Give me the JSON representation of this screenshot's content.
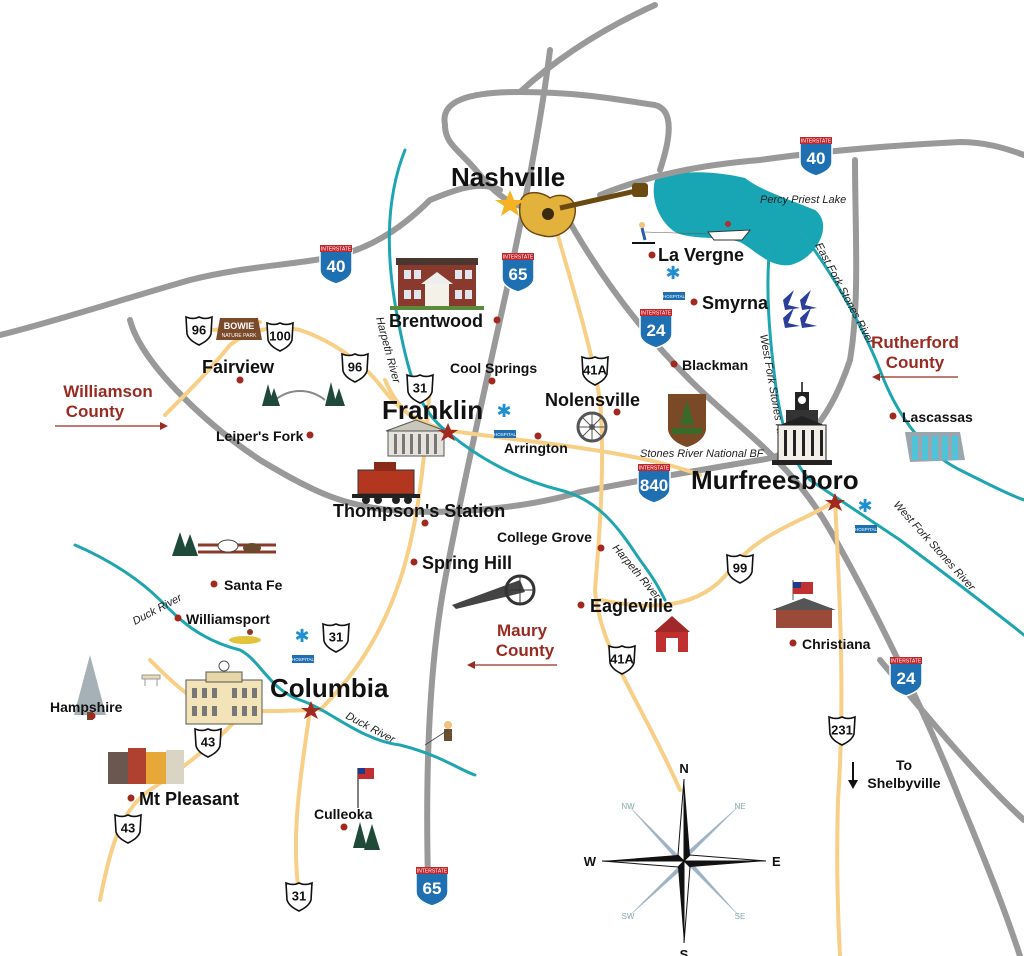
{
  "map": {
    "cities": [
      {
        "name": "Nashville",
        "size": "big"
      },
      {
        "name": "La Vergne",
        "size": "med"
      },
      {
        "name": "Smyrna",
        "size": "med"
      },
      {
        "name": "Blackman",
        "size": "sm"
      },
      {
        "name": "Brentwood",
        "size": "med"
      },
      {
        "name": "Cool Springs",
        "size": "sm"
      },
      {
        "name": "Nolensville",
        "size": "med"
      },
      {
        "name": "Fairview",
        "size": "med"
      },
      {
        "name": "Franklin",
        "size": "big"
      },
      {
        "name": "Arrington",
        "size": "sm"
      },
      {
        "name": "Leiper's Fork",
        "size": "sm"
      },
      {
        "name": "Murfreesboro",
        "size": "big"
      },
      {
        "name": "Lascassas",
        "size": "sm"
      },
      {
        "name": "Thompson's Station",
        "size": "med"
      },
      {
        "name": "College Grove",
        "size": "sm"
      },
      {
        "name": "Spring Hill",
        "size": "med"
      },
      {
        "name": "Santa Fe",
        "size": "sm"
      },
      {
        "name": "Williamsport",
        "size": "sm"
      },
      {
        "name": "Eagleville",
        "size": "med"
      },
      {
        "name": "Christiana",
        "size": "sm"
      },
      {
        "name": "Columbia",
        "size": "big"
      },
      {
        "name": "Hampshire",
        "size": "sm"
      },
      {
        "name": "Mt Pleasant",
        "size": "med"
      },
      {
        "name": "Culleoka",
        "size": "sm"
      }
    ],
    "counties": [
      {
        "name": "Williamson County",
        "lines": [
          "Williamson",
          "County"
        ]
      },
      {
        "name": "Rutherford County",
        "lines": [
          "Rutherford",
          "County"
        ]
      },
      {
        "name": "Maury County",
        "lines": [
          "Maury",
          "County"
        ]
      }
    ],
    "destination": {
      "lines": [
        "To",
        "Shelbyville"
      ]
    },
    "rivers": [
      "Harpeth River",
      "Harpeth River",
      "Duck River",
      "Duck River",
      "West Fork Stones River",
      "East Fork Stones River",
      "West Fork Stones River"
    ],
    "lake": "Percy Priest Lake",
    "landmarks": [
      "Stones River National BF",
      "BOWIE",
      "NATURE PARK"
    ],
    "interstates": [
      "40",
      "40",
      "65",
      "65",
      "24",
      "24",
      "840"
    ],
    "interstate_header": "INTERSTATE",
    "us_routes": [
      "96",
      "100",
      "96",
      "31",
      "41A",
      "31",
      "43",
      "43",
      "31",
      "41A",
      "99",
      "231"
    ],
    "hospital_label": "HOSPITAL",
    "compass": {
      "n": "N",
      "s": "S",
      "e": "E",
      "w": "W",
      "nw": "NW",
      "ne": "NE",
      "sw": "SW",
      "se": "SE"
    },
    "colors": {
      "interstate": "#999999",
      "route": "#f7cf86",
      "river": "#1fa5b0",
      "lake": "#18a6b5",
      "county": "#9a2b22",
      "shield": "#1f6fb3",
      "shield_top": "#c0262c",
      "marker": "#a3281f"
    }
  }
}
